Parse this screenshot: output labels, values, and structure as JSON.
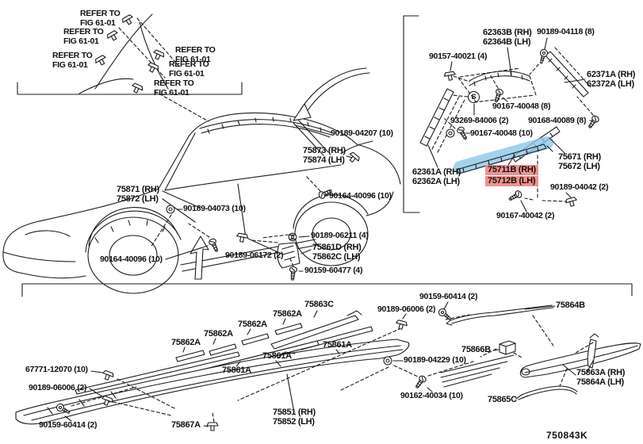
{
  "doc": {
    "drawing_code": "750843K",
    "type": "exploded-parts-diagram"
  },
  "colors": {
    "line": "#1c1c1c",
    "highlight_pink": "#f0908e",
    "highlight_blue": "#8cc7e7"
  },
  "refer": {
    "l1": "REFER TO",
    "l2": "FIG 61-01"
  },
  "symbol_s": "S",
  "parts": {
    "s90189_04207": "90189-04207 (10)",
    "p75873": "75873 (RH)",
    "p75874": "75874 (LH)",
    "p75871": "75871 (RH)",
    "p75872": "75872 (LH)",
    "s90189_04073": "90189-04073 (10)",
    "s90164_40096": "90164-40096 (10)",
    "s90189_06211": "90189-06211 (4)",
    "p75861D": "75861D (RH)",
    "p75862C": "75862C (LH)",
    "s90189_06172": "90189-06172 (2)",
    "s90159_60477": "90159-60477 (4)",
    "p62363B": "62363B (RH)",
    "p62364B": "62364B (LH)",
    "s90189_04118": "90189-04118 (8)",
    "s90157_40021": "90157-40021 (4)",
    "p62371A": "62371A (RH)",
    "p62372A": "62372A (LH)",
    "s90167_40048_8": "90167-40048 (8)",
    "s93269_84006": "93269-84006 (2)",
    "s90168_40089": "90168-40089 (8)",
    "s90167_40048_10": "90167-40048 (10)",
    "p62361A": "62361A (RH)",
    "p62362A": "62362A (LH)",
    "p75711B": "75711B (RH)",
    "p75712B": "75712B (LH)",
    "p75671": "75671 (RH)",
    "p75672": "75672 (LH)",
    "s90189_04042": "90189-04042 (2)",
    "s90167_40042": "90167-40042 (2)",
    "s90159_60414": "90159-60414 (2)",
    "s90189_06006": "90189-06006 (2)",
    "p75864B": "75864B",
    "p75863C": "75863C",
    "p75862A": "75862A",
    "p75861A": "75861A",
    "s67771_12070": "67771-12070 (10)",
    "p75867A": "75867A",
    "p75851": "75851 (RH)",
    "p75852": "75852 (LH)",
    "s90189_04229": "90189-04229 (10)",
    "s90162_40034": "90162-40034 (10)",
    "p75866B": "75866B",
    "p75863A": "75863A (RH)",
    "p75864A": "75864A (LH)",
    "p75865C": "75865C"
  }
}
